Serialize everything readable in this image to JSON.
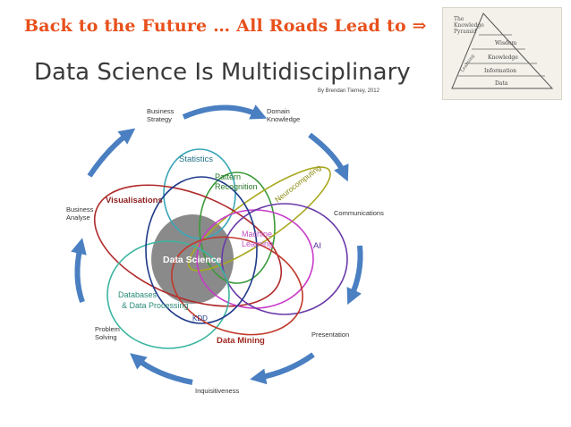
{
  "slide": {
    "headline": "Back to the Future … All Roads Lead to ⇒"
  },
  "pyramid_thumbnail": {
    "title_lines": [
      "The",
      "Knowledge",
      "Pyramid"
    ],
    "levels": [
      "Wisdom",
      "Knowledge",
      "Information",
      "Data"
    ],
    "side_label": "Learning"
  },
  "diagram": {
    "title": "Data Science Is Multidisciplinary",
    "byline": "By Brendan Tierney, 2012",
    "outer_labels": {
      "business_strategy": [
        "Business",
        "Strategy"
      ],
      "domain_knowledge": [
        "Domain",
        "Knowledge"
      ],
      "communications": [
        "Communications"
      ],
      "presentation": [
        "Presentation"
      ],
      "inquisitiveness": [
        "Inquisitiveness"
      ],
      "problem_solving": [
        "Problem",
        "Solving"
      ],
      "business_analyse": [
        "Business",
        "Analyse"
      ]
    },
    "inner_labels": {
      "statistics": "Statistics",
      "pattern_recognition": [
        "Pattern",
        "Recognition"
      ],
      "neurocomputing": "Neurocomputing",
      "visualisations": "Visualisations",
      "machine_learning": [
        "Machine",
        "Learning"
      ],
      "ai": "AI",
      "data_science": "Data Science",
      "databases": [
        "Databases",
        "& Data Processing"
      ],
      "kdd": "KDD",
      "data_mining": "Data Mining"
    },
    "colors": {
      "statistics": "#3aa6b9",
      "pattern_recognition": "#3a9a3a",
      "neurocomputing": "#a8a81e",
      "visualisations": "#b02a2a",
      "machine_learning": "#c83cc8",
      "ai": "#6a3aa8",
      "databases": "#3ab5a0",
      "kdd": "#1e3a8a",
      "data_mining": "#c0392b",
      "arrow": "#4a7fc1",
      "core": "#8a8a8a"
    }
  }
}
